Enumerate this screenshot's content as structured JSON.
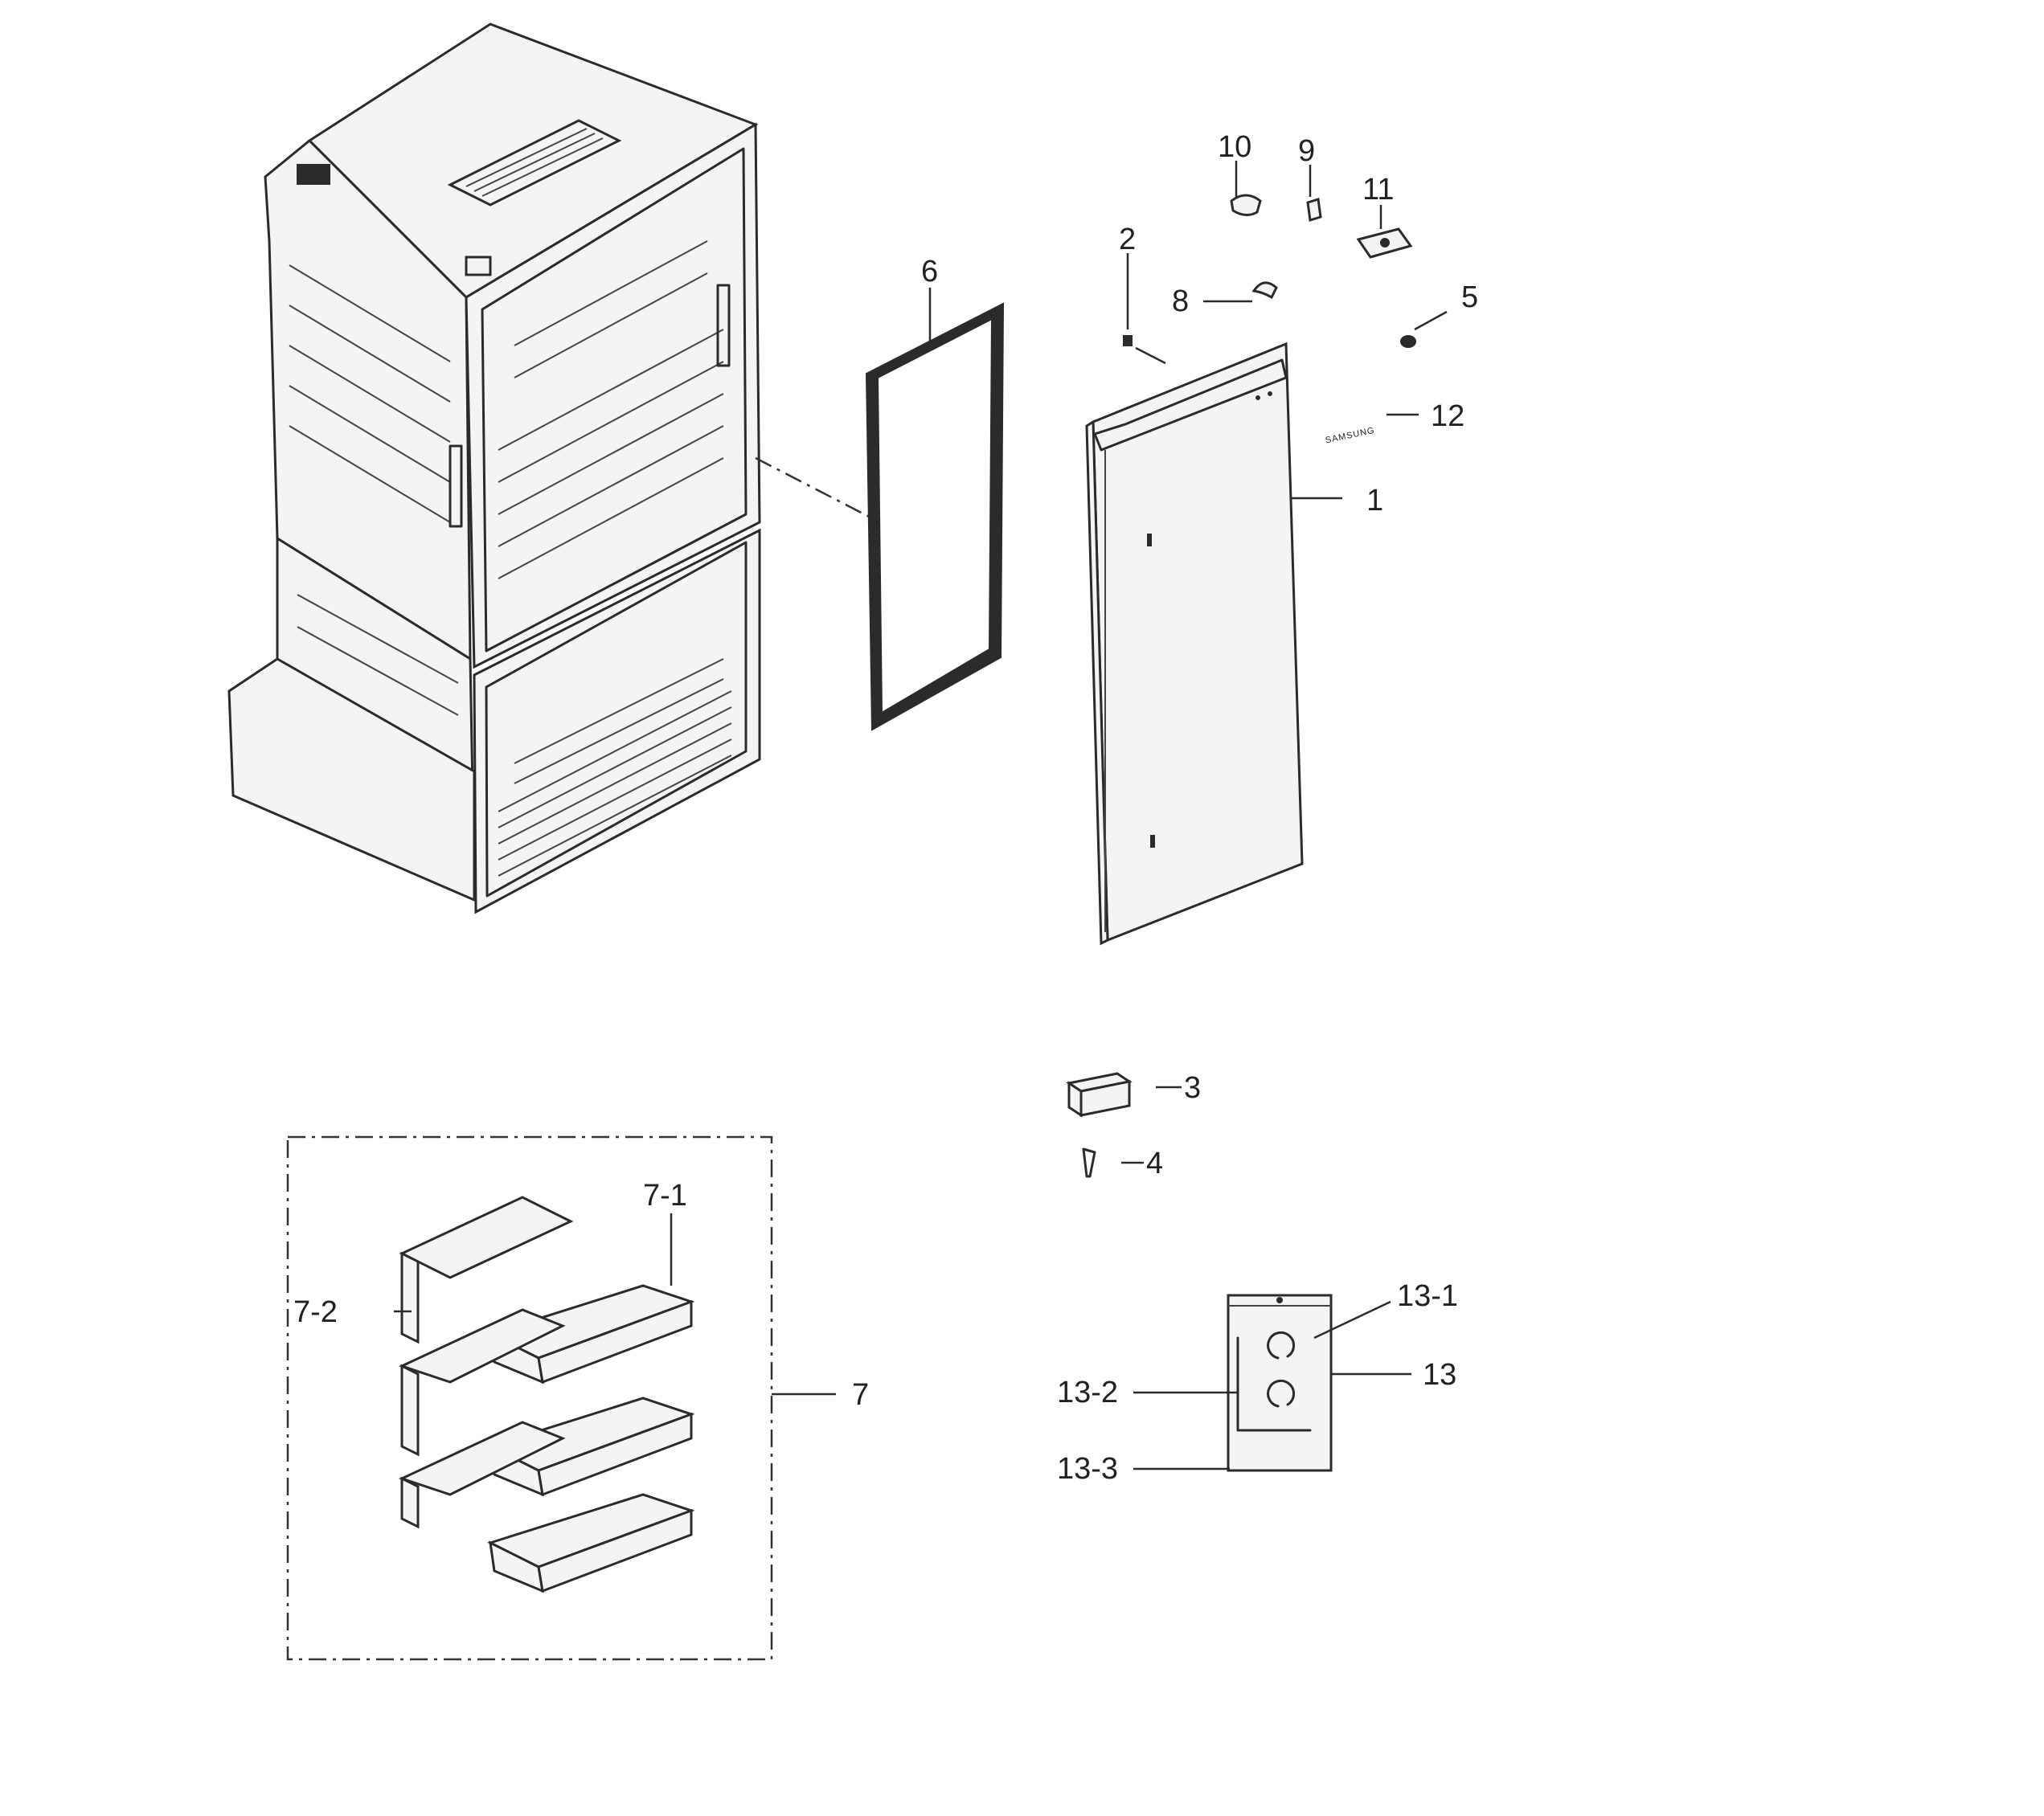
{
  "callouts": {
    "c1": "1",
    "c2": "2",
    "c3": "3",
    "c4": "4",
    "c5": "5",
    "c6": "6",
    "c7": "7",
    "c7_1": "7-1",
    "c7_2": "7-2",
    "c8": "8",
    "c9": "9",
    "c10": "10",
    "c11": "11",
    "c12": "12",
    "c13": "13",
    "c13_1": "13-1",
    "c13_2": "13-2",
    "c13_3": "13-3"
  },
  "badge": {
    "brand_logo_text": "SAMSUNG"
  }
}
